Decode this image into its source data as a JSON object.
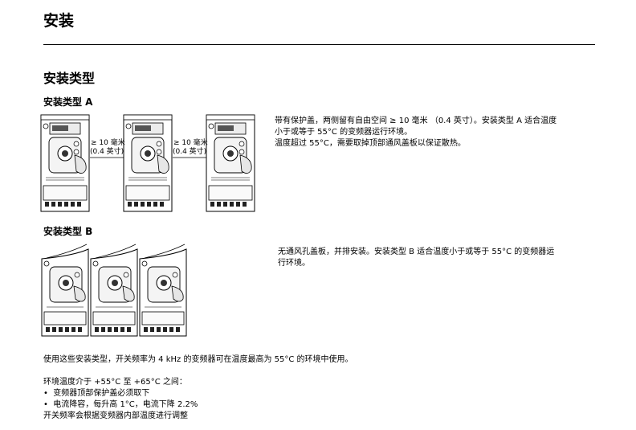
{
  "page": {
    "title": "安装",
    "section_title": "安装类型",
    "type_a": {
      "heading": "安装类型 A",
      "gap_label_1": "≥ 10 毫米",
      "gap_label_2": "(0.4 英寸)",
      "text_lines": [
        "带有保护盖，两侧留有自由空间 ≥ 10 毫米 （0.4 英寸）。安装类型 A 适合温度",
        "小于或等于 55°C 的变频器运行环境。",
        "温度超过 55°C，需要取掉顶部通风盖板以保证散热。"
      ]
    },
    "type_b": {
      "heading": "安装类型 B",
      "text_lines": [
        "无通风孔盖板，并排安装。安装类型 B 适合温度小于或等于 55°C 的变频器运",
        "行环境。"
      ]
    },
    "footer": {
      "line1": "使用这些安装类型，开关频率为 4 kHz 的变频器可在温度最高为 55°C 的环境中使用。",
      "env_intro": "环境温度介于 +55°C 至 +65°C 之间：",
      "bullets": [
        "变频器顶部保护盖必须取下",
        "电流降容，每升高 1°C，电流下降 2.2%"
      ],
      "last_line": "开关频率会根据变频器内部温度进行调整"
    }
  }
}
